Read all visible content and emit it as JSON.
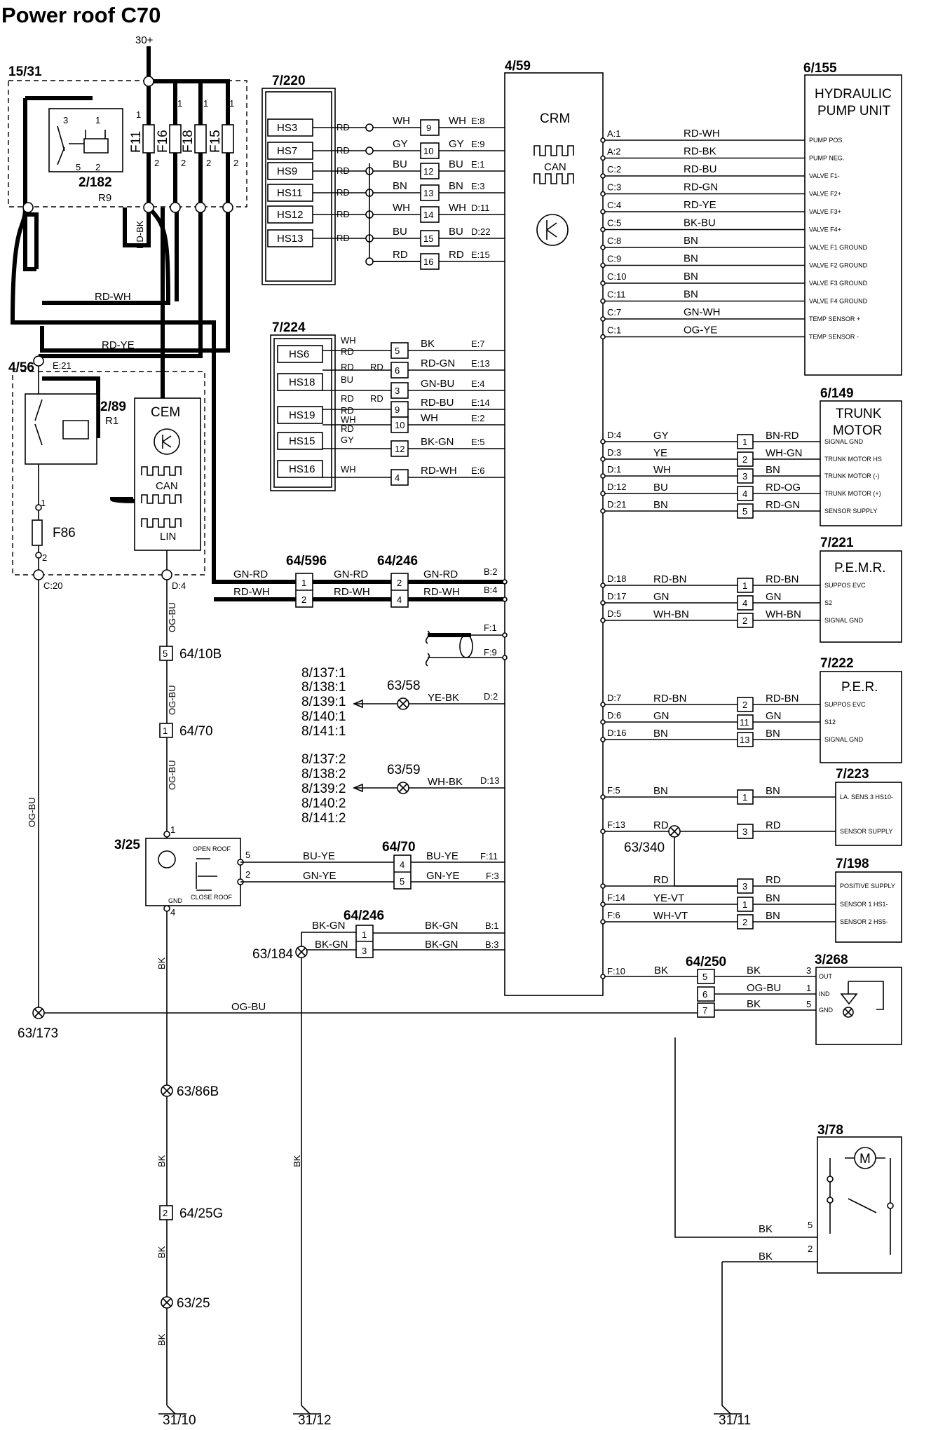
{
  "title": "Power roof C70",
  "supply": "30+",
  "ground_points": [
    "31/10",
    "31/12",
    "31/11"
  ],
  "relay_box": {
    "id": "15/31",
    "relay": "2/182",
    "relay_ref": "R9",
    "fuses": [
      "F11",
      "F16",
      "F18",
      "F15"
    ],
    "fuse_top_pin": "1",
    "fuse_bottom_pin": "2",
    "relay_pins": [
      "3",
      "1",
      "5",
      "2"
    ]
  },
  "conn_7_220": {
    "id": "7/220",
    "items": [
      {
        "hs": "HS3",
        "left": "RD",
        "right": "WH",
        "pin": "9",
        "out": "WH",
        "term": "E:8"
      },
      {
        "hs": "HS7",
        "left": "RD",
        "right": "GY",
        "pin": "10",
        "out": "GY",
        "term": "E:9"
      },
      {
        "hs": "HS9",
        "left": "RD",
        "right": "BU",
        "pin": "12",
        "out": "BU",
        "term": "E:1"
      },
      {
        "hs": "HS11",
        "left": "RD",
        "right": "BN",
        "pin": "13",
        "out": "BN",
        "term": "E:3"
      },
      {
        "hs": "HS12",
        "left": "RD",
        "right": "WH",
        "pin": "14",
        "out": "WH",
        "term": "D:11"
      },
      {
        "hs": "HS13",
        "left": "RD",
        "right": "BU",
        "pin": "15",
        "out": "BU",
        "term": "D:22"
      },
      {
        "hs": "",
        "left": "",
        "right": "RD",
        "pin": "16",
        "out": "RD",
        "term": "E:15"
      }
    ]
  },
  "conn_7_224": {
    "id": "7/224",
    "hs": [
      "HS6",
      "HS18",
      "HS19",
      "HS15",
      "HS16"
    ],
    "left_labels": [
      "WH",
      "RD",
      "RD",
      "BU",
      "RD",
      "RD",
      "WH",
      "RD",
      "GY",
      "WH"
    ],
    "mid_labels": [
      "RD",
      "RD"
    ],
    "rows": [
      {
        "pin": "5",
        "out": "BK",
        "term": "E:7"
      },
      {
        "pin": "6",
        "out": "RD-GN",
        "term": "E:13"
      },
      {
        "pin": "3",
        "out": "GN-BU",
        "term": "E:4"
      },
      {
        "pin": "9",
        "out": "RD-BU",
        "term": "E:14"
      },
      {
        "pin": "10",
        "out": "WH",
        "term": "E:2"
      },
      {
        "pin": "12",
        "out": "BK-GN",
        "term": "E:5"
      },
      {
        "pin": "4",
        "out": "RD-WH",
        "term": "E:6"
      }
    ]
  },
  "crm": {
    "id": "4/59",
    "name": "CRM",
    "can": "CAN"
  },
  "hyd": {
    "id": "6/155",
    "name_l1": "HYDRAULIC",
    "name_l2": "PUMP UNIT",
    "rows": [
      {
        "term": "A:1",
        "wire": "RD-WH",
        "label": "PUMP POS."
      },
      {
        "term": "A:2",
        "wire": "RD-BK",
        "label": "PUMP NEG."
      },
      {
        "term": "C:2",
        "wire": "RD-BU",
        "label": "VALVE F1-"
      },
      {
        "term": "C:3",
        "wire": "RD-GN",
        "label": "VALVE F2+"
      },
      {
        "term": "C:4",
        "wire": "RD-YE",
        "label": "VALVE F3+"
      },
      {
        "term": "C:5",
        "wire": "BK-BU",
        "label": "VALVE F4+"
      },
      {
        "term": "C:8",
        "wire": "BN",
        "label": "VALVE F1 GROUND"
      },
      {
        "term": "C:9",
        "wire": "BN",
        "label": "VALVE F2 GROUND"
      },
      {
        "term": "C:10",
        "wire": "BN",
        "label": "VALVE F3 GROUND"
      },
      {
        "term": "C:11",
        "wire": "BN",
        "label": "VALVE F4 GROUND"
      },
      {
        "term": "C:7",
        "wire": "GN-WH",
        "label": "TEMP SENSOR +"
      },
      {
        "term": "C:1",
        "wire": "OG-YE",
        "label": "TEMP SENSOR -"
      }
    ]
  },
  "trunk": {
    "id": "6/149",
    "name_l1": "TRUNK",
    "name_l2": "MOTOR",
    "rows": [
      {
        "term": "D:4",
        "w1": "GY",
        "pin": "1",
        "w2": "BN-RD",
        "label": "SIGNAL GND"
      },
      {
        "term": "D:3",
        "w1": "YE",
        "pin": "2",
        "w2": "WH-GN",
        "label": "TRUNK MOTOR HS"
      },
      {
        "term": "D:1",
        "w1": "WH",
        "pin": "3",
        "w2": "BN",
        "label": "TRUNK MOTOR (-)"
      },
      {
        "term": "D:12",
        "w1": "BU",
        "pin": "4",
        "w2": "RD-OG",
        "label": "TRUNK MOTOR (+)"
      },
      {
        "term": "D:21",
        "w1": "BN",
        "pin": "5",
        "w2": "RD-GN",
        "label": "SENSOR SUPPLY"
      }
    ]
  },
  "pemr": {
    "id": "7/221",
    "name": "P.E.M.R.",
    "rows": [
      {
        "term": "D:18",
        "w1": "RD-BN",
        "pin": "1",
        "w2": "RD-BN",
        "label": "SUPPOS EVC"
      },
      {
        "term": "D:17",
        "w1": "GN",
        "pin": "4",
        "w2": "GN",
        "label": "S2"
      },
      {
        "term": "D:5",
        "w1": "WH-BN",
        "pin": "2",
        "w2": "WH-BN",
        "label": "SIGNAL GND"
      }
    ]
  },
  "per": {
    "id": "7/222",
    "name": "P.E.R.",
    "rows": [
      {
        "term": "D:7",
        "w1": "RD-BN",
        "pin": "2",
        "w2": "RD-BN",
        "label": "SUPPOS EVC"
      },
      {
        "term": "D:6",
        "w1": "GN",
        "pin": "11",
        "w2": "GN",
        "label": "S12"
      },
      {
        "term": "D:16",
        "w1": "BN",
        "pin": "13",
        "w2": "BN",
        "label": "SIGNAL GND"
      }
    ]
  },
  "c7223": {
    "id": "7/223",
    "rows": [
      {
        "term": "F:5",
        "w1": "BN",
        "pin": "1",
        "w2": "BN",
        "label": "LA. SENS.3 HS10-"
      },
      {
        "term": "F:13",
        "w1": "RD",
        "pin": "3",
        "w2": "RD",
        "label": "SENSOR SUPPLY"
      }
    ]
  },
  "c7198": {
    "id": "7/198",
    "rows": [
      {
        "term": "",
        "w1": "RD",
        "pin": "3",
        "w2": "RD",
        "label": "POSITIVE SUPPLY"
      },
      {
        "term": "F:14",
        "w1": "YE-VT",
        "pin": "1",
        "w2": "BN",
        "label": "SENSOR 1 HS1-"
      },
      {
        "term": "F:6",
        "w1": "WH-VT",
        "pin": "2",
        "w2": "BN",
        "label": "SENSOR 2 HS5-"
      }
    ]
  },
  "splice_63_340": "63/340",
  "c3268": {
    "id": "3/268",
    "conn": "64/250",
    "term": "F:10",
    "rows": [
      {
        "w1": "BK",
        "pin": "5",
        "w2": "BK",
        "pn": "3",
        "label": "OUT"
      },
      {
        "w1": "",
        "pin": "6",
        "w2": "OG-BU",
        "pn": "1",
        "label": "IND"
      },
      {
        "w1": "",
        "pin": "7",
        "w2": "BK",
        "pn": "5",
        "label": "GND"
      }
    ]
  },
  "c378": {
    "id": "3/78",
    "pins": [
      "5",
      "2"
    ],
    "wires": [
      "BK",
      "BK"
    ],
    "motor": "M"
  },
  "cem_box": {
    "id": "4/56",
    "term_top": "E:21",
    "relay": "2/89",
    "relay_ref": "R1",
    "cem": "CEM",
    "can": "CAN",
    "lin": "LIN",
    "fuse": "F86",
    "fuse_p1": "1",
    "fuse_p2": "2",
    "t_left": "C:20",
    "t_right": "D:4"
  },
  "wires_left": {
    "rd_bk": "RD-BK",
    "rd_wh": "RD-WH",
    "rd_ye": "RD-YE",
    "og_bu": "OG-BU",
    "bk": "BK"
  },
  "c64_596": {
    "id": "64/596",
    "rows": [
      {
        "pin": "1",
        "w": "GN-RD"
      },
      {
        "pin": "2",
        "w": "RD-WH"
      }
    ]
  },
  "c64_246a": {
    "id": "64/246",
    "rows": [
      {
        "pin": "2",
        "w": "GN-RD",
        "term": "B:2"
      },
      {
        "pin": "4",
        "w": "RD-WH",
        "term": "B:4"
      }
    ]
  },
  "fterms": [
    "F:1",
    "F:9"
  ],
  "lamps1": {
    "lines": [
      "8/137:1",
      "8/138:1",
      "8/139:1",
      "8/140:1",
      "8/141:1"
    ],
    "splice": "63/58",
    "wire": "YE-BK",
    "term": "D:2"
  },
  "lamps2": {
    "lines": [
      "8/137:2",
      "8/138:2",
      "8/139:2",
      "8/140:2",
      "8/141:2"
    ],
    "splice": "63/59",
    "wire": "WH-BK",
    "term": "D:13"
  },
  "vert": {
    "c1": "64/10B",
    "p1": "5",
    "c2": "64/70",
    "p2": "1",
    "c3": "64/25G",
    "p3": "2",
    "s1": "63/86B",
    "s2": "63/25",
    "s3": "63/173",
    "wire": "OG-BU"
  },
  "switch": {
    "id": "3/25",
    "open": "OPEN ROOF",
    "close": "CLOSE ROOF",
    "gnd": "GND",
    "pins": [
      "1",
      "5",
      "2",
      "4"
    ]
  },
  "c64_70": {
    "id": "64/70",
    "rows": [
      {
        "pin": "4",
        "w1": "BU-YE",
        "w2": "BU-YE",
        "term": "F:11"
      },
      {
        "pin": "5",
        "w1": "GN-YE",
        "w2": "GN-YE",
        "term": "F:3"
      }
    ]
  },
  "c64_246b": {
    "id": "64/246",
    "splice": "63/184",
    "rows": [
      {
        "pin": "1",
        "w1": "BK-GN",
        "w2": "BK-GN",
        "term": "B:1"
      },
      {
        "pin": "3",
        "w1": "BK-GN",
        "w2": "BK-GN",
        "term": "B:3"
      }
    ]
  },
  "og_bu_main": "OG-BU"
}
